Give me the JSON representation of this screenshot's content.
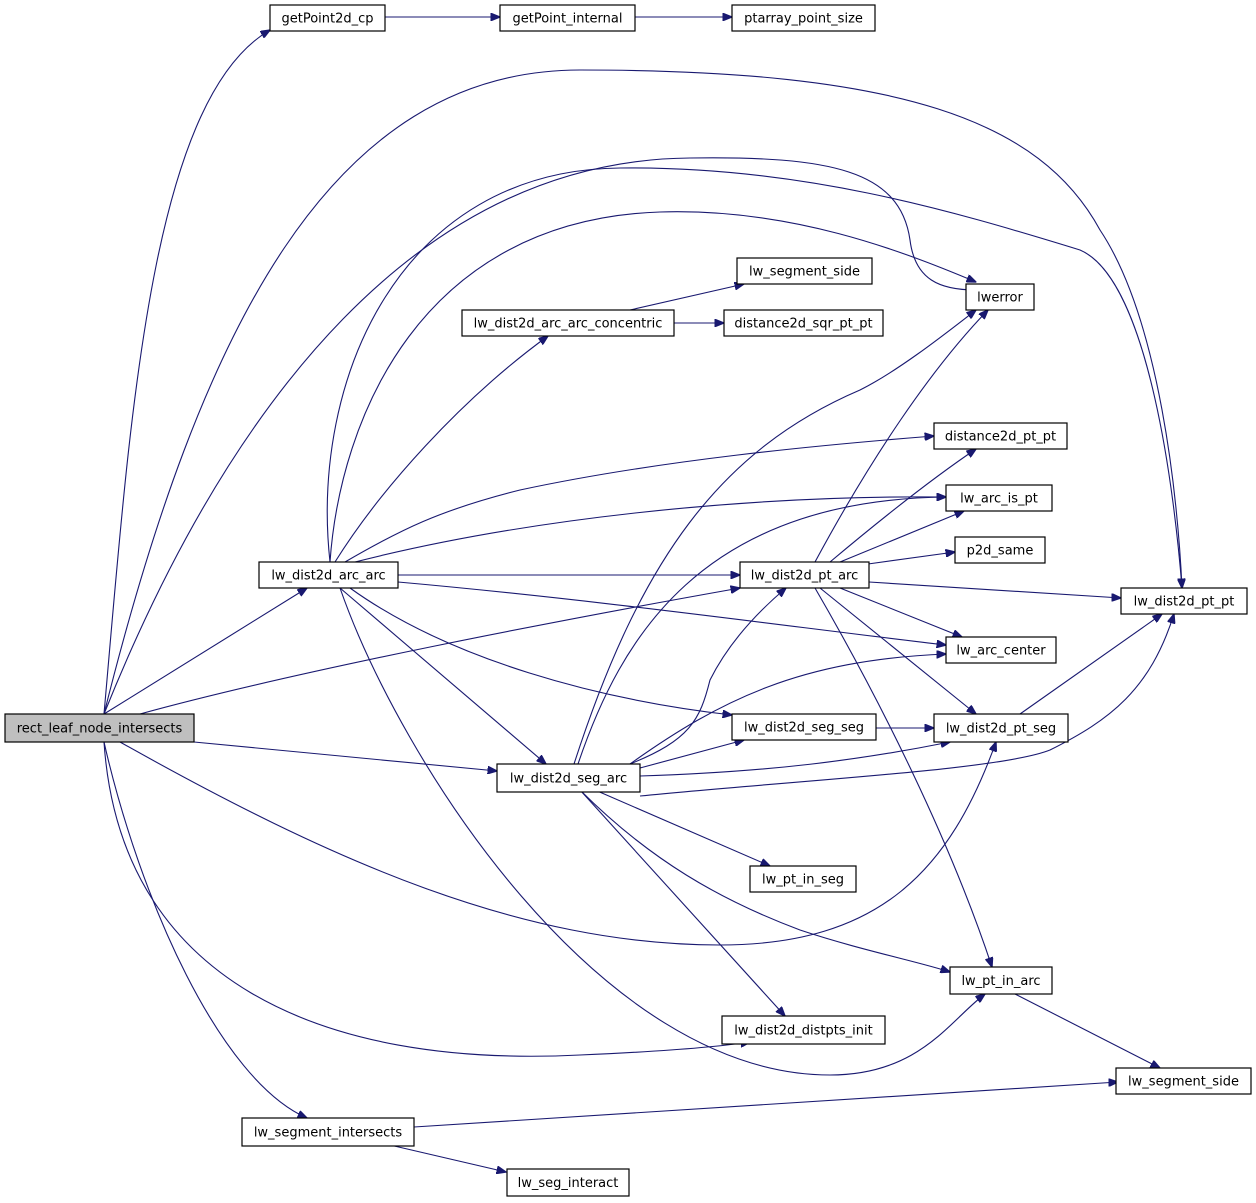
{
  "graph": {
    "root": "rect_leaf_node_intersects",
    "colors": {
      "edge": "#191970",
      "node_fill": "#ffffff",
      "root_fill": "#bfbfbf",
      "border": "#000000"
    },
    "nodes": [
      {
        "id": "rect_leaf_node_intersects",
        "label": "rect_leaf_node_intersects"
      },
      {
        "id": "getPoint2d_cp",
        "label": "getPoint2d_cp"
      },
      {
        "id": "getPoint_internal",
        "label": "getPoint_internal"
      },
      {
        "id": "ptarray_point_size",
        "label": "ptarray_point_size"
      },
      {
        "id": "lw_segment_side_top",
        "label": "lw_segment_side"
      },
      {
        "id": "lwerror",
        "label": "lwerror"
      },
      {
        "id": "lw_dist2d_arc_arc_concentric",
        "label": "lw_dist2d_arc_arc_concentric"
      },
      {
        "id": "distance2d_sqr_pt_pt",
        "label": "distance2d_sqr_pt_pt"
      },
      {
        "id": "distance2d_pt_pt",
        "label": "distance2d_pt_pt"
      },
      {
        "id": "lw_arc_is_pt",
        "label": "lw_arc_is_pt"
      },
      {
        "id": "p2d_same",
        "label": "p2d_same"
      },
      {
        "id": "lw_dist2d_arc_arc",
        "label": "lw_dist2d_arc_arc"
      },
      {
        "id": "lw_dist2d_pt_arc",
        "label": "lw_dist2d_pt_arc"
      },
      {
        "id": "lw_dist2d_pt_pt",
        "label": "lw_dist2d_pt_pt"
      },
      {
        "id": "lw_arc_center",
        "label": "lw_arc_center"
      },
      {
        "id": "lw_dist2d_seg_seg",
        "label": "lw_dist2d_seg_seg"
      },
      {
        "id": "lw_dist2d_pt_seg",
        "label": "lw_dist2d_pt_seg"
      },
      {
        "id": "lw_dist2d_seg_arc",
        "label": "lw_dist2d_seg_arc"
      },
      {
        "id": "lw_pt_in_seg",
        "label": "lw_pt_in_seg"
      },
      {
        "id": "lw_pt_in_arc",
        "label": "lw_pt_in_arc"
      },
      {
        "id": "lw_dist2d_distpts_init",
        "label": "lw_dist2d_distpts_init"
      },
      {
        "id": "lw_segment_side_bottom",
        "label": "lw_segment_side"
      },
      {
        "id": "lw_segment_intersects",
        "label": "lw_segment_intersects"
      },
      {
        "id": "lw_seg_interact",
        "label": "lw_seg_interact"
      }
    ]
  }
}
